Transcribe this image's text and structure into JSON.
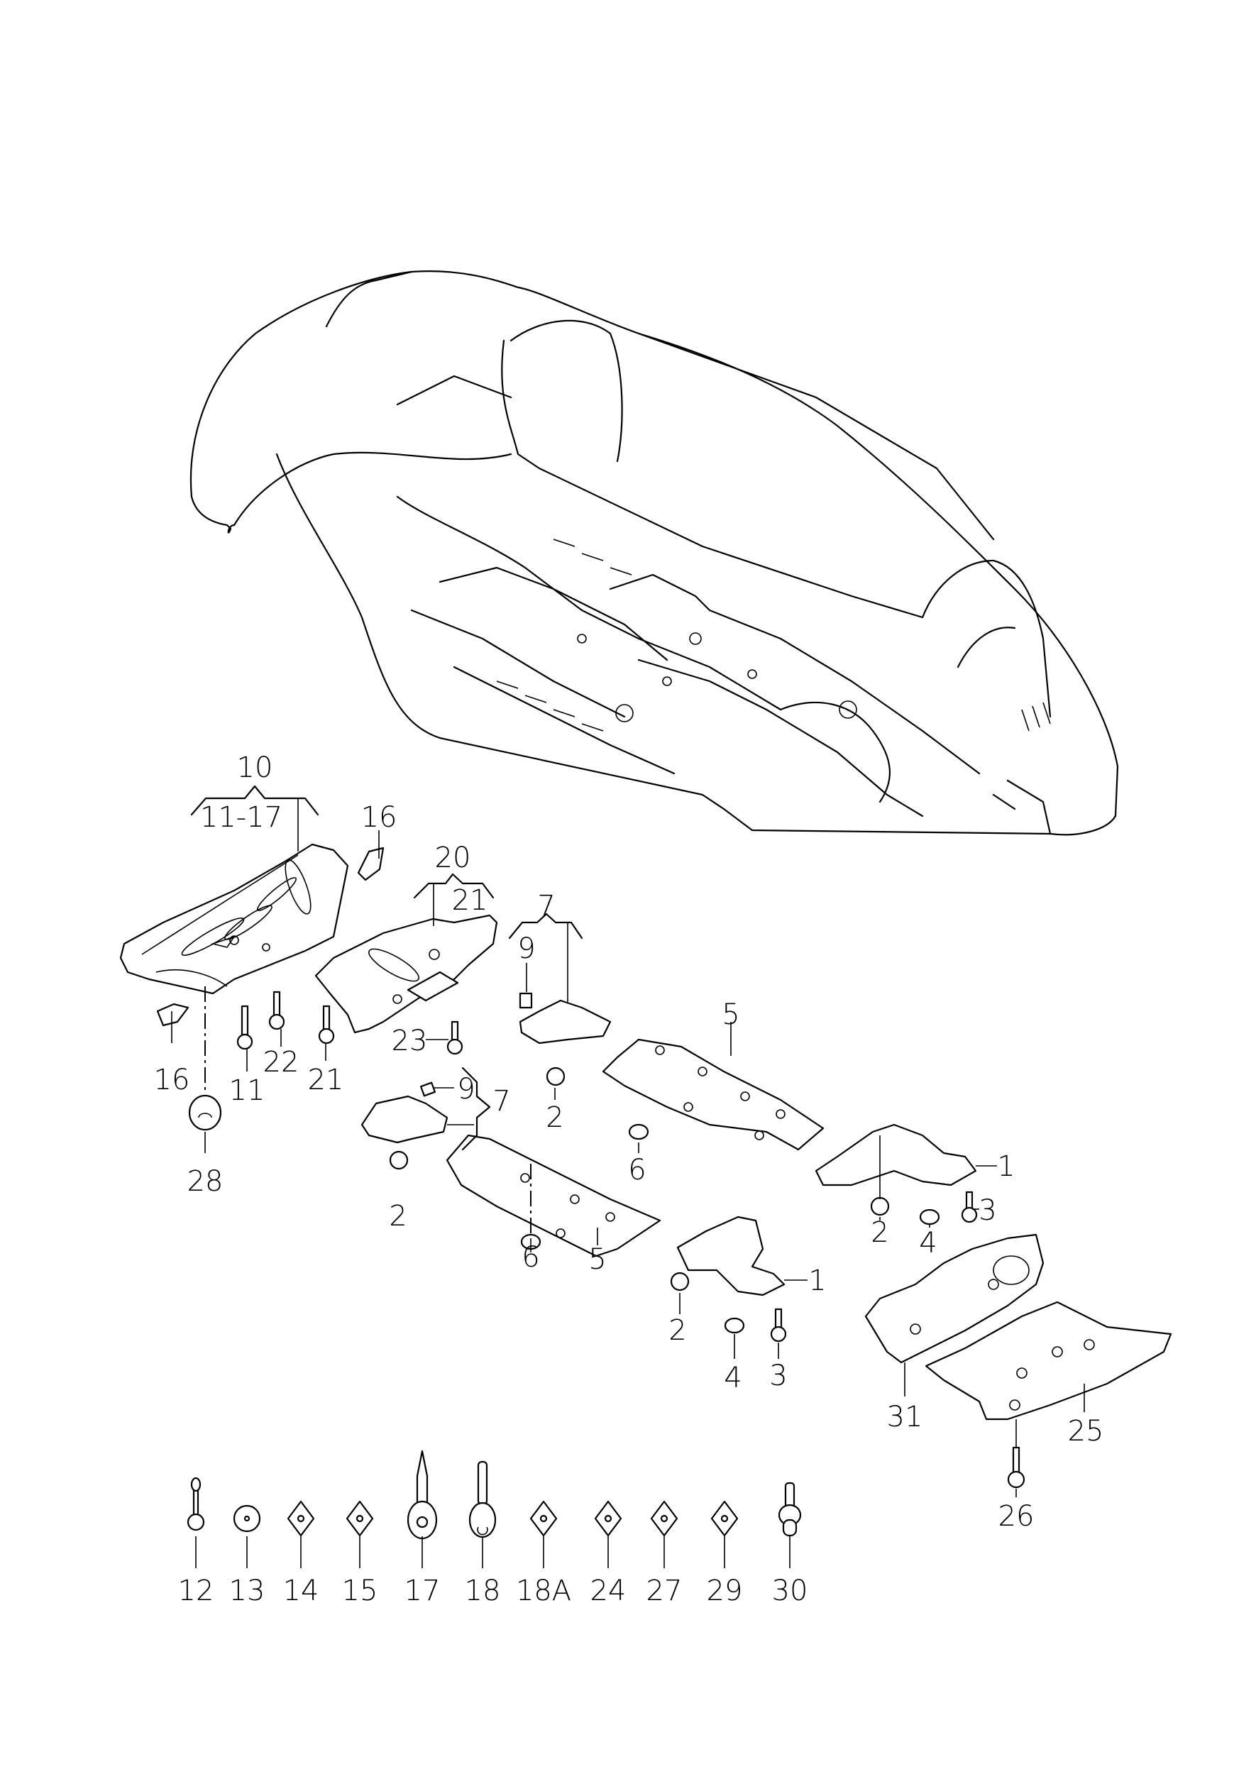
{
  "diagram": {
    "type": "exploded-parts-diagram",
    "subject": "vehicle underbody with underbody protection panels",
    "callouts": {
      "c10": "10",
      "c11_17": "11-17",
      "c16_top": "16",
      "c20": "20",
      "c21_top": "21",
      "c7_top": "7",
      "c9_top": "9",
      "c16_left": "16",
      "c11": "11",
      "c22": "22",
      "c21": "21",
      "c23": "23",
      "c28": "28",
      "c9_mid": "9",
      "c7_mid": "7",
      "c2_a": "2",
      "c2_b": "2",
      "c5_a": "5",
      "c6_a": "6",
      "c6_b": "6",
      "c5_b": "5",
      "c2_c": "2",
      "c4_a": "4",
      "c3_a": "3",
      "c1_a": "1",
      "c1_b": "1",
      "c2_d": "2",
      "c4_b": "4",
      "c3_b": "3",
      "c31": "31",
      "c25": "25",
      "c26": "26"
    },
    "hardware_row": [
      {
        "label": "12",
        "icon": "bolt-with-washer"
      },
      {
        "label": "13",
        "icon": "washer"
      },
      {
        "label": "14",
        "icon": "clip-nut"
      },
      {
        "label": "15",
        "icon": "spring-nut"
      },
      {
        "label": "17",
        "icon": "torx-screw"
      },
      {
        "label": "18",
        "icon": "self-tapping-screw"
      },
      {
        "label": "18A",
        "icon": "clip-nut"
      },
      {
        "label": "24",
        "icon": "clip-nut"
      },
      {
        "label": "27",
        "icon": "spring-nut"
      },
      {
        "label": "29",
        "icon": "spring-nut"
      },
      {
        "label": "30",
        "icon": "collar-bolt"
      }
    ]
  }
}
